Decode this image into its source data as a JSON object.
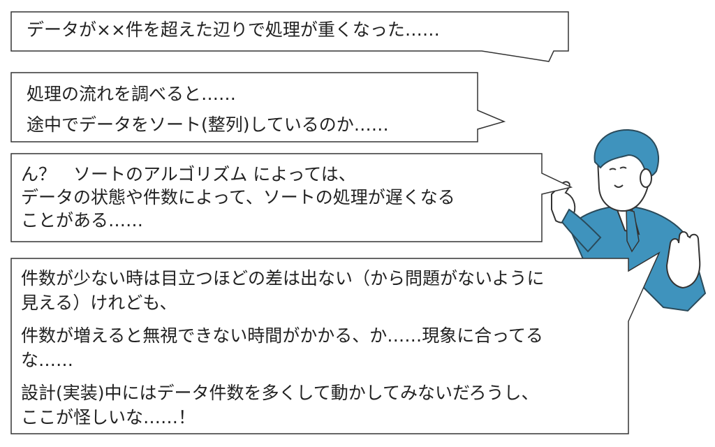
{
  "bubbles": [
    {
      "lines": [
        "データが××件を超えた辺りで処理が重くなった……"
      ]
    },
    {
      "lines": [
        "処理の流れを調べると……",
        "途中でデータをソート(整列)しているのか……"
      ]
    },
    {
      "lines": [
        "ん？　ソートのアルゴリズム によっては、",
        "データの状態や件数によって、ソートの処理が遅くなる",
        "ことがある……"
      ]
    },
    {
      "lines": [
        "件数が少ない時は目立つほどの差は出ない（から問題がないように",
        "見える）けれども、",
        "件数が増えると無視できない時間がかかる、か……現象に合ってる",
        "な……",
        "設計(実装)中にはデータ件数を多くして動かしてみないだろうし、",
        "ここが怪しいな……！"
      ]
    }
  ],
  "colors": {
    "outline": "#333333",
    "jacket": "#3f93bd",
    "hair": "#3f93bd",
    "skin": "#ffffff"
  },
  "illustration": "businessman-thinking"
}
